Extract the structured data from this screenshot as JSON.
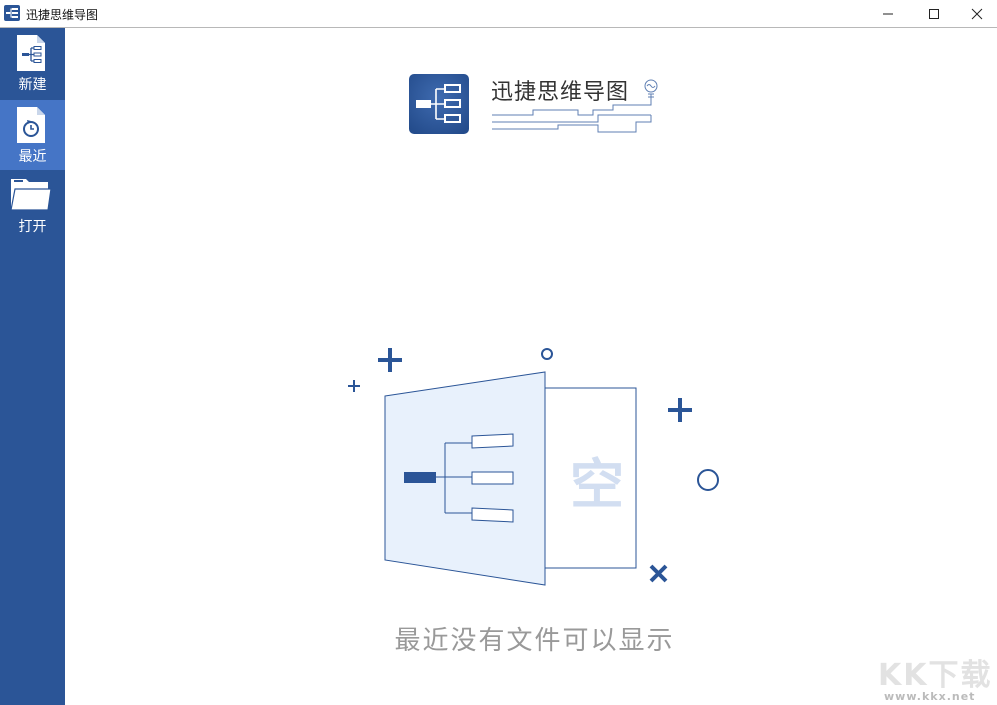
{
  "window": {
    "title": "迅捷思维导图",
    "controls": {
      "minimize": "—",
      "maximize": "☐",
      "close": "✕"
    }
  },
  "sidebar": {
    "items": [
      {
        "label": "新建",
        "icon": "new-file-icon",
        "active": false
      },
      {
        "label": "最近",
        "icon": "recent-file-icon",
        "active": true
      },
      {
        "label": "打开",
        "icon": "folder-open-icon",
        "active": false
      }
    ]
  },
  "header": {
    "brand": "迅捷思维导图"
  },
  "empty_state": {
    "illustration_label": "空",
    "message": "最近没有文件可以显示"
  },
  "watermark": {
    "brand": "KK下载",
    "url": "www.kkx.net"
  },
  "colors": {
    "primary": "#2b5597",
    "sidebar_active": "#4575c6",
    "illustration_fill": "#e4effc",
    "empty_text": "#999999"
  }
}
